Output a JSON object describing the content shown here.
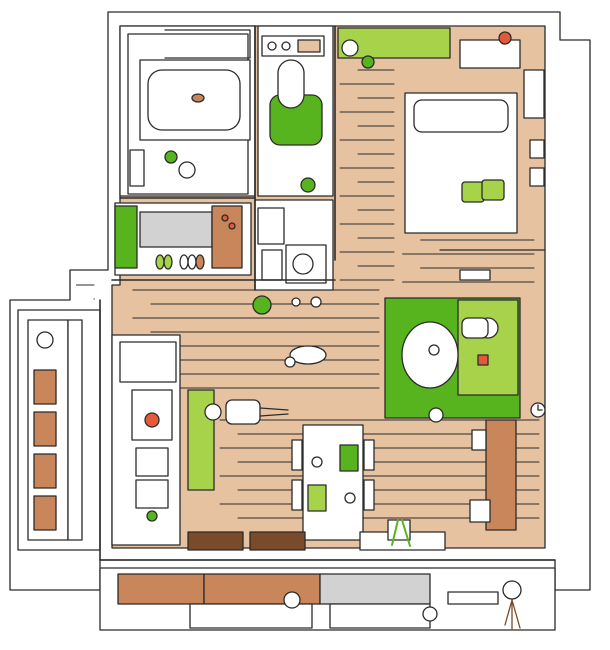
{
  "illustration": {
    "style": "hand-drawn apartment floor plan, top-down view",
    "colors": {
      "wood_floor": "#e6c2a0",
      "green": "#58b41e",
      "light_green": "#a6d34a",
      "wall_fill": "#ffffff",
      "line": "#2b2b2b",
      "tile_gray": "#d2d2d2",
      "brown_box": "#c8865a",
      "rug_dark": "#7a4b2a"
    },
    "rooms": [
      "bedroom",
      "living-room",
      "kitchen",
      "bathroom",
      "toilet",
      "entrance",
      "storage",
      "balcony"
    ],
    "icons": [
      "bed-icon",
      "sofa-icon",
      "dining-table-icon",
      "person-icon",
      "cat-icon",
      "plant-icon",
      "bathtub-icon",
      "toilet-icon",
      "sink-icon",
      "washing-machine-icon",
      "clock-icon",
      "stove-icon",
      "shoes-icon"
    ]
  }
}
